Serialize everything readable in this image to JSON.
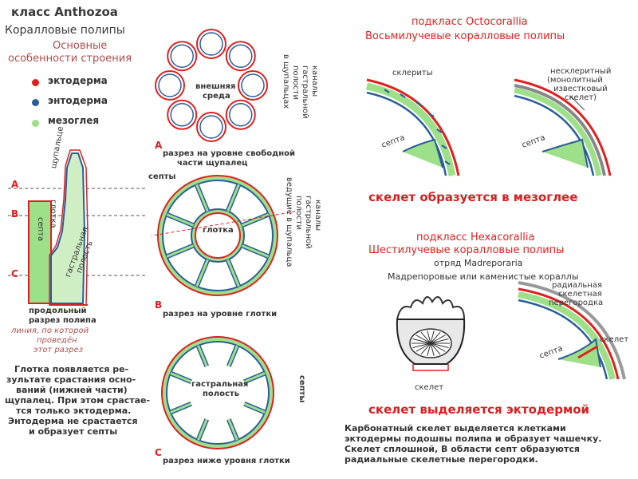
{
  "left": {
    "class_title": "класс Anthozoa",
    "subtitle": "Коралловые полипы",
    "features": [
      "Основные",
      "особенности строения"
    ],
    "legend": [
      {
        "label": "эктодерма",
        "color": "#e02020"
      },
      {
        "label": "энтодерма",
        "color": "#2c5d9a"
      },
      {
        "label": "мезоглея",
        "color": "#9ee08a"
      }
    ],
    "level_labels": [
      "A",
      "B",
      "C"
    ],
    "polyp_labels": {
      "tentacle": "щупальце",
      "pharynx": "глотка",
      "septa": "септа",
      "gastral": [
        "гастральная",
        "полость"
      ]
    },
    "longitudinal": [
      "продольный",
      "разрез полипа"
    ],
    "cut_line": [
      "линия, по которой",
      "проведён",
      "этот разрез"
    ],
    "paragraph": [
      "Глотка появляется ре-",
      "зультате срастания осно-",
      "ваний (нижней части)",
      "щупалец. При этом срастае-",
      "тся только эктодерма.",
      "Энтодерма не срастается",
      "и образует септы"
    ]
  },
  "middle": {
    "sectionA": {
      "letter": "A",
      "caption": [
        "разрез на уровне свободной",
        "части щупалец"
      ],
      "inner": [
        "внешняя",
        "среда"
      ],
      "side": [
        "каналы",
        "гастральной",
        "полости",
        "в щупальцах"
      ]
    },
    "sectionB": {
      "letter": "B",
      "caption": "разрез на уровне глотки",
      "septa": "септы",
      "pharynx": "глотка",
      "side": [
        "каналы",
        "гастральной",
        "полости",
        "ведущие в щупальца"
      ]
    },
    "sectionC": {
      "letter": "C",
      "caption": "разрез ниже уровня глотки",
      "inner": [
        "гастральная",
        "полость"
      ],
      "septa": "септы"
    }
  },
  "right": {
    "octo": {
      "subclass": "подкласс Octocorallia",
      "name": "Восьмилучевые  коралловые полипы",
      "sclerites": "склериты",
      "nonsclerite": [
        "несклеритный",
        "(монолитный",
        "известковый",
        "скелет)"
      ],
      "septa": "септа",
      "conclusion": "скелет образуется в мезоглее"
    },
    "hexa": {
      "subclass": "подкласс Hexacorallia",
      "name": "Шестилучевые  коралловые полипы",
      "order": "отряд Madreporaria",
      "common": "Мадрепоровые или каменистые кораллы",
      "radial": [
        "радиальная",
        "скелетная",
        "перегородка"
      ],
      "skeleton": "скелет",
      "septa": "септа",
      "skeleton2": "скелет",
      "conclusion": "скелет выделяется эктодермой",
      "paragraph": [
        "Карбонатный   скелет   выделяется   клетками",
        "эктодермы подошвы полипа и образует чашечку.",
        "Скелет  сплошной,  В  области  септ  образуются",
        "радиальные скелетные перегородки."
      ]
    }
  }
}
